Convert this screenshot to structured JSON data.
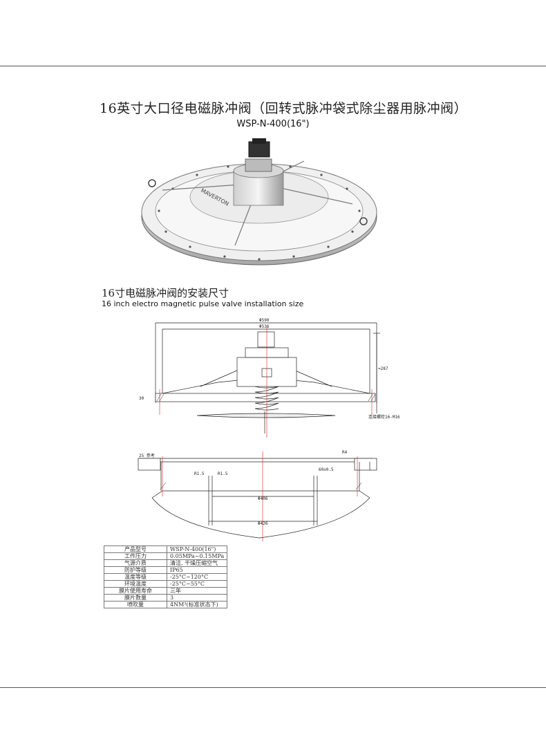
{
  "header": {
    "title_cn": "16英寸大口径电磁脉冲阀（回转式脉冲袋式除尘器用脉冲阀）",
    "model": "WSP-N-400(16\")"
  },
  "photo": {
    "brand_text": "MAVERTON"
  },
  "install_section": {
    "title_cn": "16寸电磁脉冲阀的安装尺寸",
    "title_en": "16 inch electro magnetic pulse valve installation size"
  },
  "drawing1": {
    "dim_outer": "Φ590",
    "dim_inner": "Φ536",
    "dim_height": "≈287",
    "dim_flange": "30",
    "bolt_note": "连接螺栓16-M16"
  },
  "drawing2": {
    "dim_plate": "25 参考",
    "dim_r4": "R4",
    "dim_r15_left": "R1.5",
    "dim_r15_right": "R1.5",
    "dim_depth": "60±0.5",
    "dim_406": "Φ406",
    "dim_426": "Φ426"
  },
  "specs": [
    {
      "label": "产品型号",
      "value": "WSP-N-400(16\")"
    },
    {
      "label": "工作压力",
      "value": "0.05MPa~0.15MPa"
    },
    {
      "label": "气源介质",
      "value": "清洁, 干燥压缩空气"
    },
    {
      "label": "防护等级",
      "value": "IP65"
    },
    {
      "label": "温度等级",
      "value": "-25°C~120°C"
    },
    {
      "label": "环境温度",
      "value": "-25°C~55°C"
    },
    {
      "label": "膜片使用寿命",
      "value": "三年"
    },
    {
      "label": "膜片数量",
      "value": "3"
    },
    {
      "label": "喷吹量",
      "value": "4NM³(标准状态下)"
    }
  ]
}
